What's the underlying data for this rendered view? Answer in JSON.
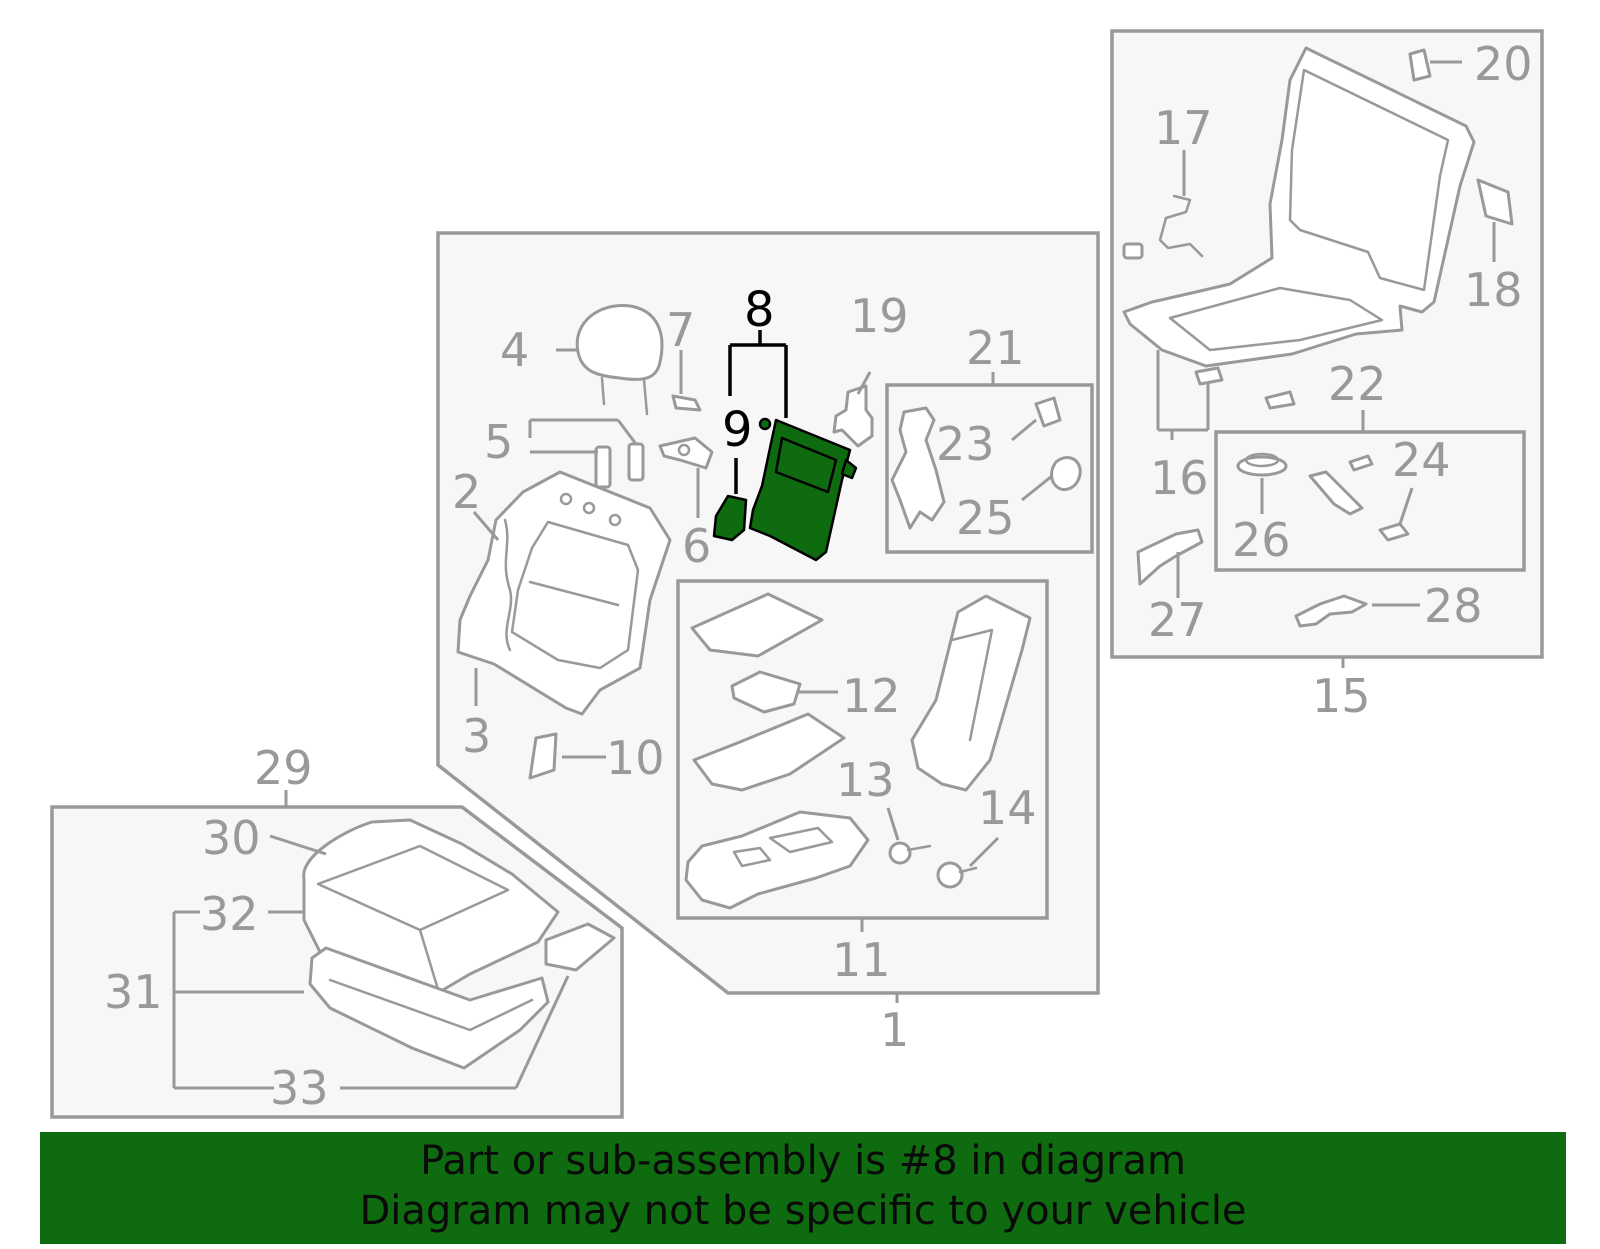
{
  "diagram": {
    "callouts": [
      "1",
      "2",
      "3",
      "4",
      "5",
      "6",
      "7",
      "8",
      "9",
      "10",
      "11",
      "12",
      "13",
      "14",
      "15",
      "16",
      "17",
      "18",
      "19",
      "20",
      "21",
      "22",
      "23",
      "24",
      "25",
      "26",
      "27",
      "28",
      "29",
      "30",
      "31",
      "32",
      "33"
    ],
    "highlighted_part": "8",
    "colors": {
      "highlight": "#0f6b0f",
      "line": "#999999",
      "box_fill": "#f7f7f7",
      "emphasis": "#000000"
    }
  },
  "banner": {
    "line1": "Part or sub-assembly is #8 in diagram",
    "line2": "Diagram may not be specific to your vehicle"
  }
}
